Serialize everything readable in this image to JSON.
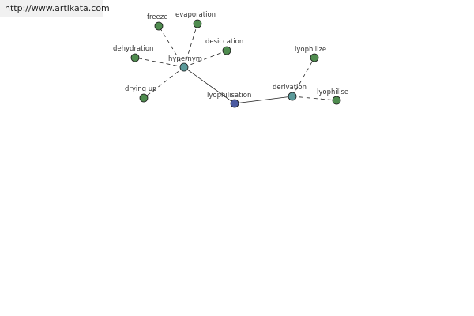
{
  "source_link": "http://www.artikata.com",
  "nodes": {
    "lyophilisation": {
      "label": "lyophilisation",
      "color": "#4b5aa0"
    },
    "hypernym": {
      "label": "hypernym",
      "color": "#5b9a9a"
    },
    "derivation": {
      "label": "derivation",
      "color": "#5b9a9a"
    },
    "freeze": {
      "label": "freeze",
      "color": "#4f8c4f"
    },
    "evaporation": {
      "label": "evaporation",
      "color": "#4f8c4f"
    },
    "dehydration": {
      "label": "dehydration",
      "color": "#4f8c4f"
    },
    "desiccation": {
      "label": "desiccation",
      "color": "#4f8c4f"
    },
    "drying_up": {
      "label": "drying up",
      "color": "#4f8c4f"
    },
    "lyophilize": {
      "label": "lyophilize",
      "color": "#4f8c4f"
    },
    "lyophilise": {
      "label": "lyophilise",
      "color": "#4f8c4f"
    }
  }
}
